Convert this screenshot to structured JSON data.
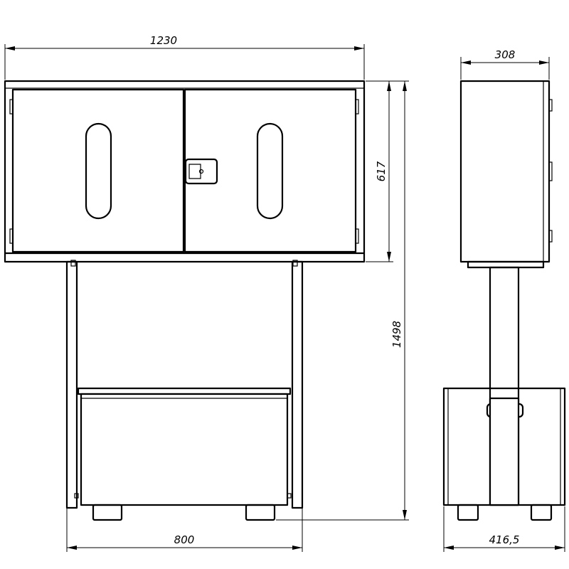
{
  "dimensions": {
    "overall_width": "1230",
    "cabinet_height": "617",
    "overall_height": "1498",
    "stand_width": "800",
    "depth_top": "308",
    "depth_base": "416,5"
  }
}
